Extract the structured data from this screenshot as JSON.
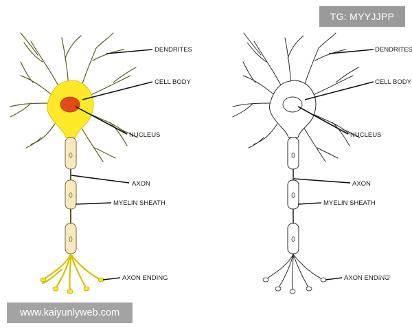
{
  "watermarks": {
    "top": "TG: MYYJJPP",
    "bottom": "www.kaiyunlyweb.com"
  },
  "colors": {
    "soma_fill": "#fde82a",
    "nucleus_fill": "#e24a1c",
    "myelin_fill": "#fbe8bf",
    "dendrite_stroke": "#5a5a1e",
    "outline_stroke": "#2a2a2a",
    "label_line": "#111111"
  },
  "colored_neuron": {
    "labels": {
      "dendrites": "DENDRITES",
      "cell_body": "CELL BODY",
      "nucleus": "NUCLEUS",
      "axon": "AXON",
      "myelin_sheath": "MYELIN SHEATH",
      "axon_ending": "AXON ENDING"
    }
  },
  "outline_neuron": {
    "labels": {
      "dendrites": "DENDRITES",
      "cell_body": "CELL BODY",
      "nucleus": "NUCLEUS",
      "axon": "AXON",
      "myelin_sheath": "MYELIN SHEATH",
      "axon_ending": "AXON ENDING"
    }
  }
}
